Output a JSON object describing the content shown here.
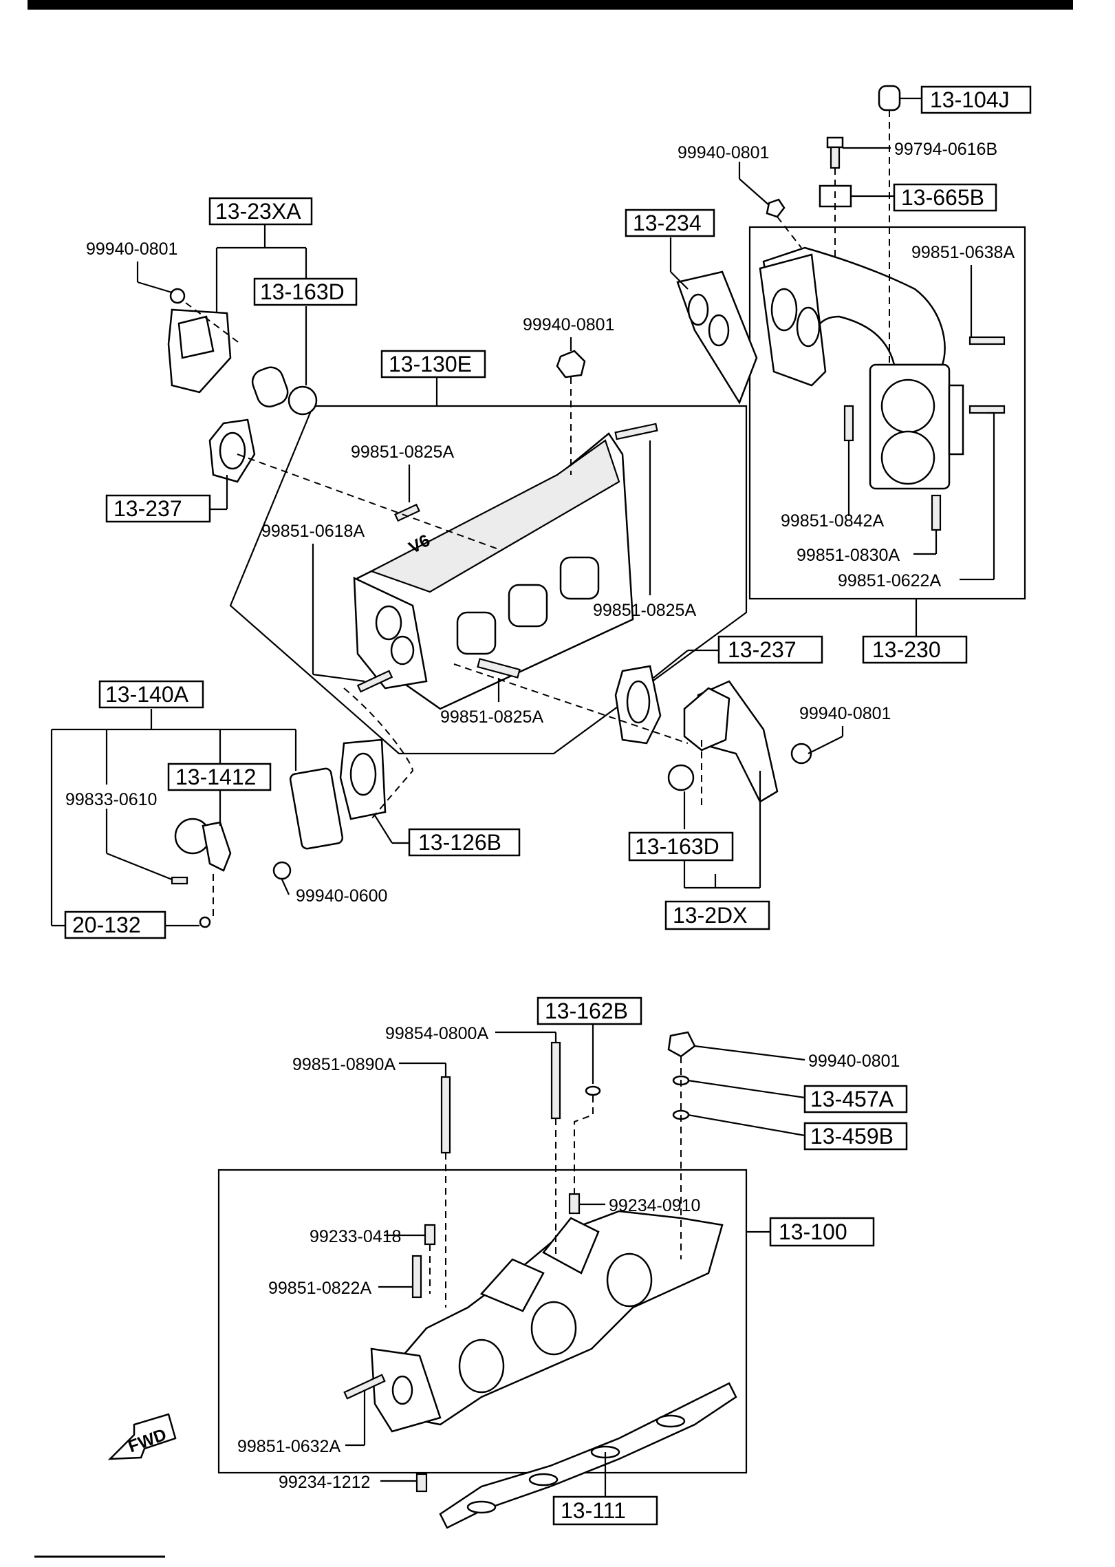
{
  "fwd_label": "FWD",
  "tags": {
    "t104J": "13-104J",
    "t665B": "13-665B",
    "t234": "13-234",
    "t23XA": "13-23XA",
    "t163D_a": "13-163D",
    "t130E": "13-130E",
    "t237_a": "13-237",
    "t237_b": "13-237",
    "t230": "13-230",
    "t140A": "13-140A",
    "t1412": "13-1412",
    "t126B": "13-126B",
    "t163D_b": "13-163D",
    "t2DX": "13-2DX",
    "t20132": "20-132",
    "t162B": "13-162B",
    "t457A": "13-457A",
    "t459B": "13-459B",
    "t100": "13-100",
    "t111": "13-111"
  },
  "parts": {
    "p99940_0801_a": "99940-0801",
    "p99794_0616B": "99794-0616B",
    "p99940_0801_b": "99940-0801",
    "p99851_0638A": "99851-0638A",
    "p99940_0801_c": "99940-0801",
    "p99851_0825A_a": "99851-0825A",
    "p99851_0618A": "99851-0618A",
    "p99851_0825A_b": "99851-0825A",
    "p99851_0842A": "99851-0842A",
    "p99851_0830A": "99851-0830A",
    "p99851_0622A": "99851-0622A",
    "p99851_0825A_c": "99851-0825A",
    "p99940_0801_d": "99940-0801",
    "p99833_0610": "99833-0610",
    "p99940_0600": "99940-0600",
    "p99854_0800A": "99854-0800A",
    "p99851_0890A": "99851-0890A",
    "p99940_0801_e": "99940-0801",
    "p99234_0910": "99234-0910",
    "p99233_0418": "99233-0418",
    "p99851_0822A": "99851-0822A",
    "p99851_0632A": "99851-0632A",
    "p99234_1212": "99234-1212"
  }
}
